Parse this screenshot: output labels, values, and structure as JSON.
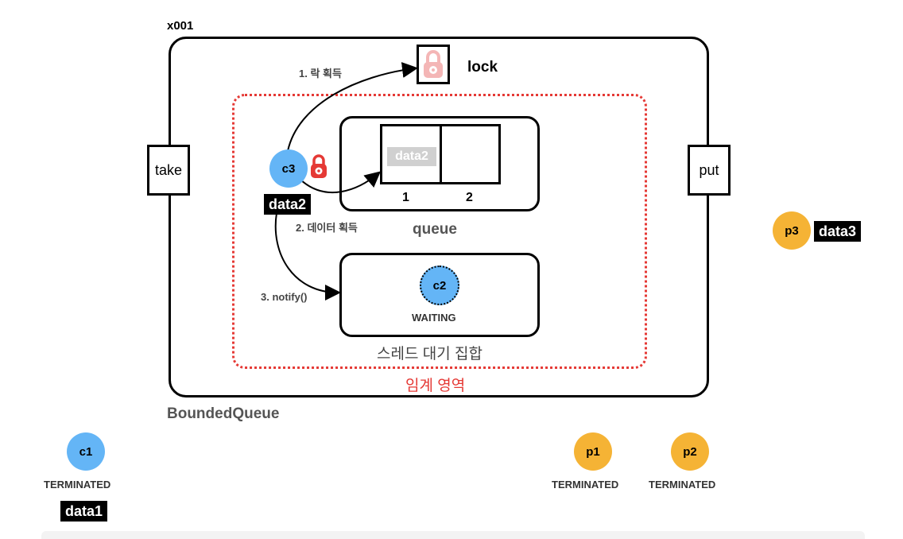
{
  "object_id": "x001",
  "queue_class": "BoundedQueue",
  "critical_region_label": "임계 영역",
  "lock_label": "lock",
  "take_label": "take",
  "put_label": "put",
  "queue": {
    "label": "queue",
    "slots": [
      {
        "index": "1",
        "value": "data2"
      },
      {
        "index": "2",
        "value": ""
      }
    ]
  },
  "wait_set": {
    "label": "스레드 대기 집합",
    "thread": {
      "name": "c2",
      "status": "WAITING"
    }
  },
  "steps": {
    "step1": "1. 락 획득",
    "step2": "2. 데이터 획득",
    "step3": "3. notify()"
  },
  "active_thread": {
    "name": "c3",
    "data": "data2"
  },
  "threads_outside": {
    "c1": {
      "name": "c1",
      "status": "TERMINATED",
      "data": "data1"
    },
    "p1": {
      "name": "p1",
      "status": "TERMINATED"
    },
    "p2": {
      "name": "p2",
      "status": "TERMINATED"
    },
    "p3": {
      "name": "p3",
      "data": "data3"
    }
  },
  "colors": {
    "consumer": "#64b5f6",
    "producer": "#f5b335",
    "critical_region": "#e53935",
    "lock_held": "#e53935",
    "lock_free": "#f4b6b6"
  }
}
